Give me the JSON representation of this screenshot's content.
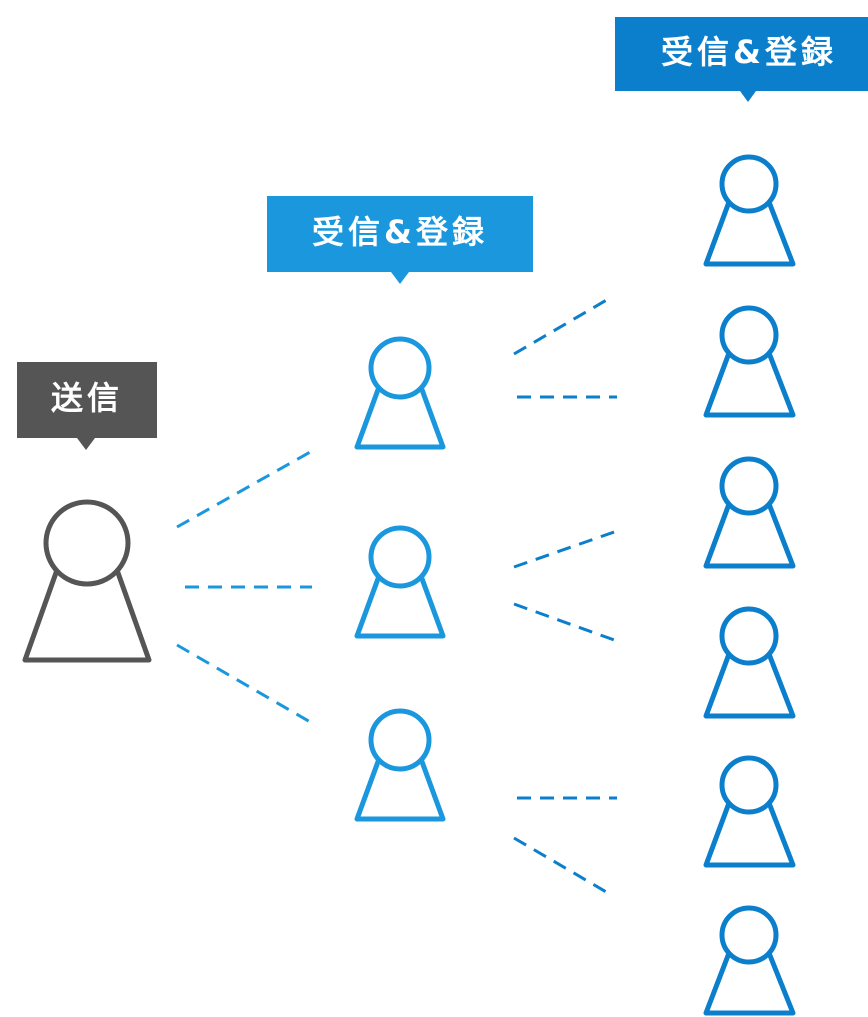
{
  "labels": {
    "sender": "送信",
    "level1": "受信&登録",
    "level2": "受信&登録"
  },
  "colors": {
    "sender": "#555555",
    "receiver_level1": "#1a97dd",
    "receiver_level2": "#0b7fcb",
    "label_sender_bg": "#555555",
    "label_level1_bg": "#1a97dd",
    "label_level2_bg": "#0b7fcb",
    "label_text": "#ffffff"
  },
  "tree": {
    "sender": {
      "role": "sender",
      "children": [
        {
          "role": "receiver",
          "level": 1,
          "children_count": 2
        },
        {
          "role": "receiver",
          "level": 1,
          "children_count": 2
        },
        {
          "role": "receiver",
          "level": 1,
          "children_count": 2
        }
      ]
    }
  }
}
